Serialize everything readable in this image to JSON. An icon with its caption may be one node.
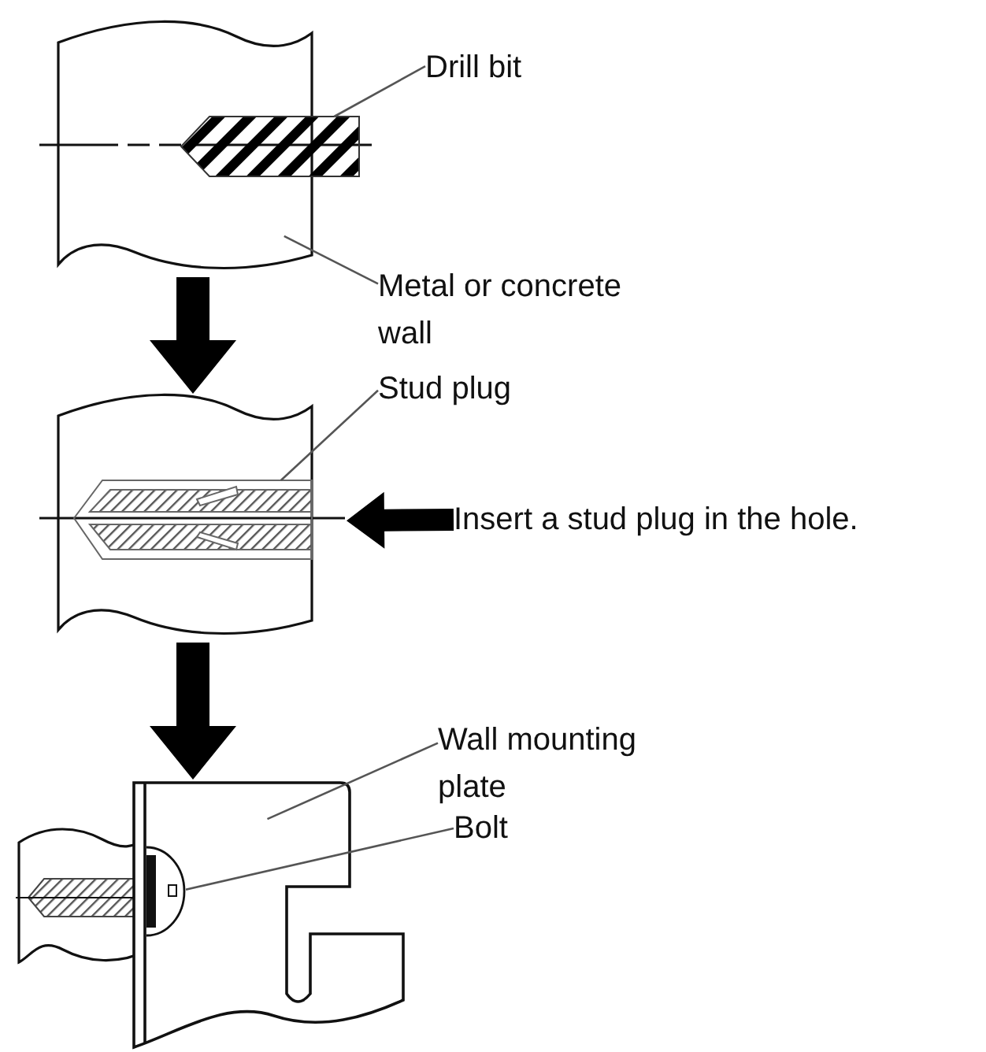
{
  "diagram": {
    "nodes": [
      {
        "text": [],
        "shape": "box"
      },
      {
        "text": [
          "Drill bit"
        ]
      },
      {
        "text": [],
        "shape": "bar"
      },
      {
        "text": [
          "Metal or concrete wall"
        ]
      },
      {
        "text": [],
        "shape": "box"
      },
      {
        "text": [
          "Stud plug"
        ]
      },
      {
        "text": [],
        "shape": "bar",
        "in": 4
      },
      {
        "text": [
          "Insert a stud plug in the hole."
        ]
      },
      {
        "text": [],
        "shape": "box"
      },
      {
        "text": [
          "Wall mounting plate"
        ]
      },
      {
        "text": [],
        "shape": "picture"
      },
      {
        "text": [
          "Bolt"
        ]
      },
      {
        "text": [],
        "shape": "picture",
        "in": 10
      }
    ],
    "edges": [
      {
        "from": 1,
        "to": 2,
        "arrow": "none"
      },
      {
        "from": 3,
        "to": 0,
        "arrow": "none"
      },
      {
        "from": 0,
        "to": 4,
        "arrow": "to",
        "style": "thick"
      },
      {
        "from": 5,
        "to": 6,
        "arrow": "none"
      },
      {
        "from": 7,
        "to": 4,
        "arrow": "to",
        "style": "thick"
      },
      {
        "from": 4,
        "to": 10,
        "arrow": "to",
        "style": "thick"
      },
      {
        "from": 9,
        "to": 10,
        "arrow": "none"
      },
      {
        "from": 11,
        "to": 12,
        "arrow": "none"
      }
    ]
  }
}
